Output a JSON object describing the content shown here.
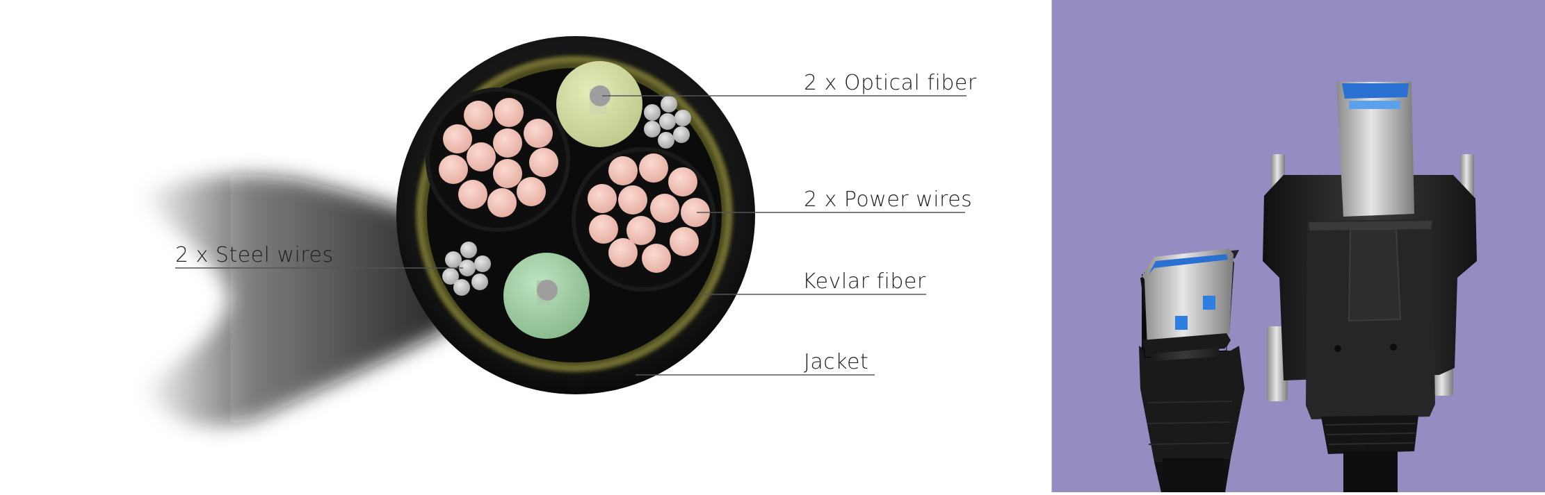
{
  "labels": {
    "optical_fiber": "2 x Optical fiber",
    "power_wires": "2 x Power wires",
    "kevlar_fiber": "Kevlar fiber",
    "jacket": "Jacket",
    "steel_wires": "2 x Steel wires"
  },
  "colors": {
    "background": "#ffffff",
    "right_panel": "#958dc2",
    "jacket": "#151515",
    "kevlar": "#6b6a2a",
    "copper": "#f0c3b8",
    "optical_green_light": "#d6dfa6",
    "optical_green": "#a6d3a9",
    "steel": "#c8c8c8",
    "usb_blue": "#2a78d6",
    "connector_black": "#1e1e1e"
  }
}
